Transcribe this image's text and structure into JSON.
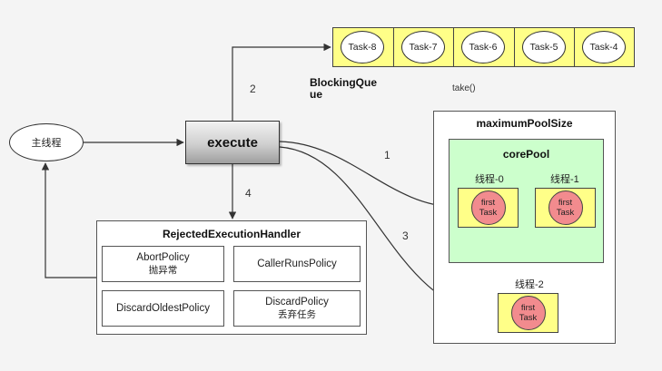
{
  "main_thread": {
    "label": "主线程"
  },
  "execute": {
    "label": "execute"
  },
  "steps": {
    "s1": "1",
    "s2": "2",
    "s3": "3",
    "s4": "4"
  },
  "blocking_queue": {
    "label": "BlockingQueue",
    "tasks": [
      "Task-8",
      "Task-7",
      "Task-6",
      "Task-5",
      "Task-4"
    ],
    "take_label": "take()"
  },
  "maximum_pool": {
    "title": "maximumPoolSize",
    "core_pool": {
      "title": "corePool",
      "threads": [
        {
          "name": "线程-0",
          "task_line1": "first",
          "task_line2": "Task"
        },
        {
          "name": "线程-1",
          "task_line1": "first",
          "task_line2": "Task"
        }
      ]
    },
    "extra_thread": {
      "name": "线程-2",
      "task_line1": "first",
      "task_line2": "Task"
    }
  },
  "rejected_handler": {
    "title": "RejectedExecutionHandler",
    "policies": [
      {
        "name": "AbortPolicy",
        "note": "抛异常"
      },
      {
        "name": "CallerRunsPolicy",
        "note": ""
      },
      {
        "name": "DiscardOldestPolicy",
        "note": ""
      },
      {
        "name": "DiscardPolicy",
        "note": "丢弃任务"
      }
    ]
  },
  "colors": {
    "queue_fill": "#ffff88",
    "core_pool_fill": "#ccffcc",
    "task_fill": "#f28b8e",
    "background": "#f4f4f4"
  }
}
